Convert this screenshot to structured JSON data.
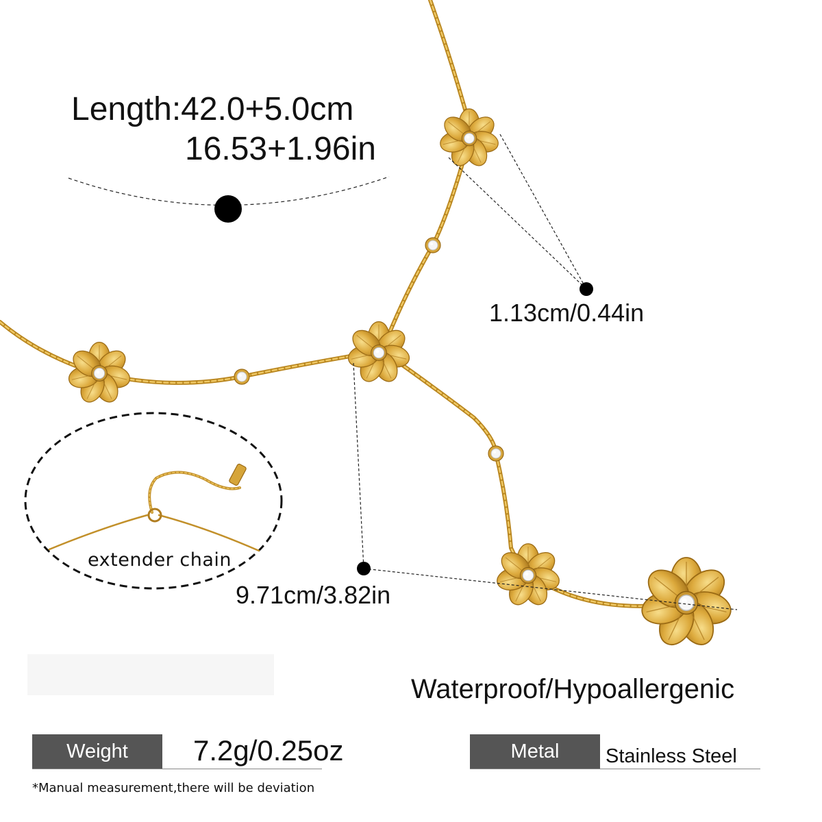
{
  "dimensions": {
    "length_metric": "Length:42.0+5.0cm",
    "length_imperial": "16.53+1.96in",
    "pendant_size": "1.13cm/0.44in",
    "drop_length": "9.71cm/3.82in"
  },
  "extender": {
    "label": "extender chain"
  },
  "feature": "Waterproof/Hypoallergenic",
  "specs": {
    "weight_label": "Weight",
    "weight_value": "7.2g/0.25oz",
    "metal_label": "Metal",
    "metal_value": "Stainless Steel"
  },
  "note": "*Manual measurement,there will be deviation",
  "colors": {
    "gold": "#d9a535",
    "gold_light": "#f2cf72",
    "gold_dark": "#a5741a",
    "spec_bar": "#555555",
    "marker": "#000000"
  }
}
